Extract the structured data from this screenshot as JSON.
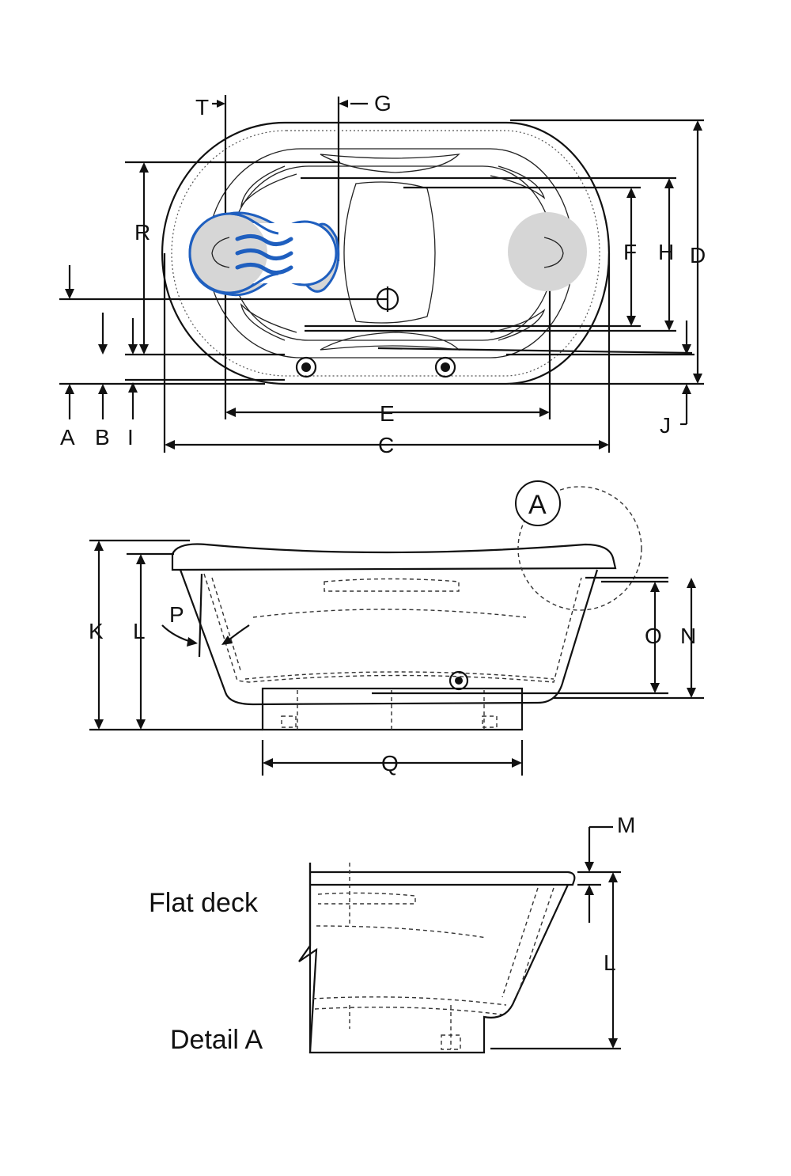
{
  "colors": {
    "line": "#111111",
    "jet_outline": "#1f5fbf",
    "jet_fill": "#d6d6d6",
    "background": "#ffffff"
  },
  "top_view": {
    "labels": {
      "A": "A",
      "B": "B",
      "I": "I",
      "R": "R",
      "T": "T",
      "G": "G",
      "E": "E",
      "C": "C",
      "F": "F",
      "H": "H",
      "D": "D",
      "J": "J"
    },
    "icons": [
      "air-jet-icon",
      "wave-heat-icon",
      "drain-icon",
      "control-button-icon"
    ]
  },
  "side_view": {
    "labels": {
      "K": "K",
      "L": "L",
      "P": "P",
      "O": "O",
      "N": "N",
      "Q": "Q"
    },
    "detail_callout": "A"
  },
  "detail_view": {
    "labels": {
      "M": "M",
      "L": "L"
    },
    "deck_caption": "Flat deck",
    "detail_caption": "Detail A"
  }
}
